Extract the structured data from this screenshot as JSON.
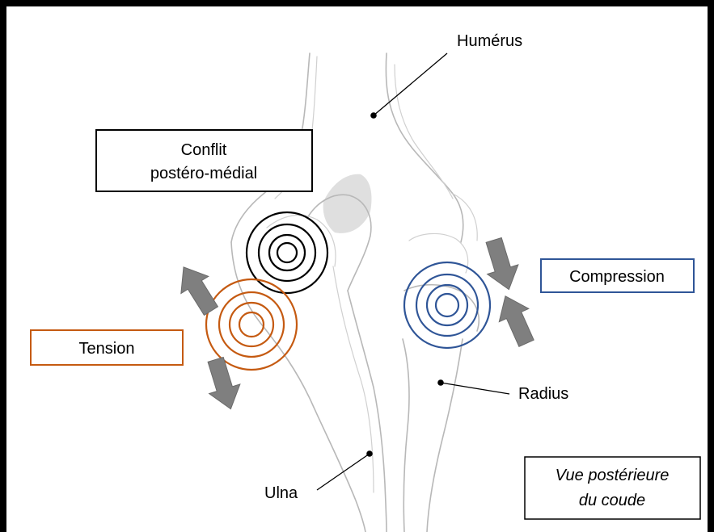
{
  "labels": {
    "humerus": "Humérus",
    "radius": "Radius",
    "ulna": "Ulna"
  },
  "boxes": {
    "conflict": {
      "line1": "Conflit",
      "line2": "postéro-médial"
    },
    "compression": "Compression",
    "tension": "Tension",
    "view": {
      "line1": "Vue postérieure",
      "line2": "du coude"
    }
  },
  "colors": {
    "frame": "#000000",
    "conflict": "#000000",
    "tension": "#c55a11",
    "compression": "#2f5597",
    "arrows": "#7f7f7f",
    "sketch": "#b8b8b8"
  },
  "icons": {
    "tension_arrows": "block-arrow-icon",
    "compression_arrows": "block-arrow-icon",
    "rings": "concentric-rings-icon"
  }
}
